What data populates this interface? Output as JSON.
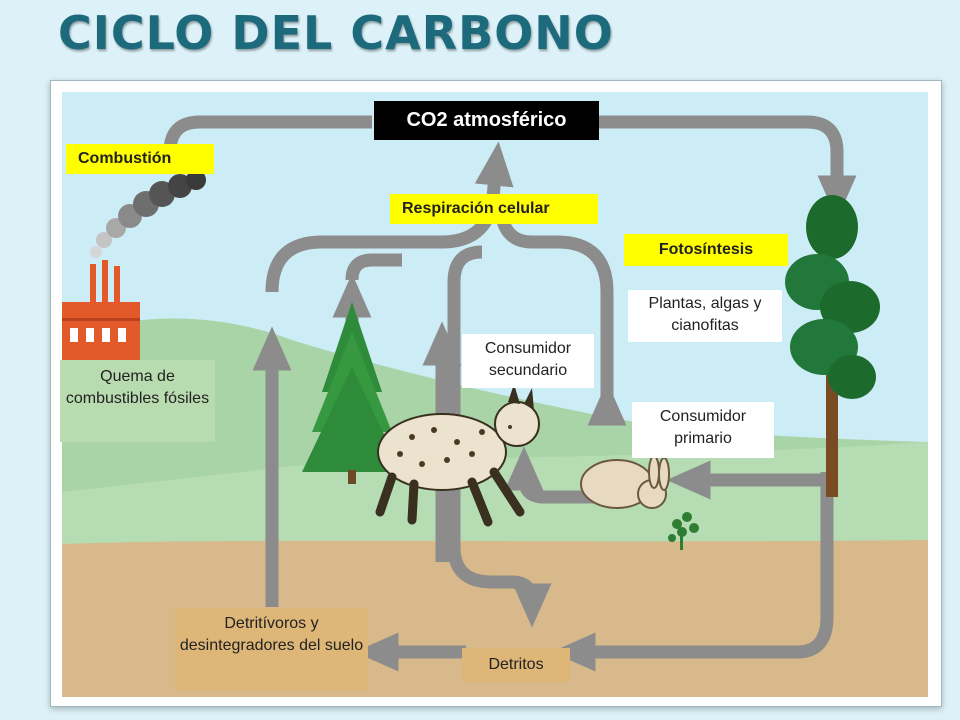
{
  "title": "CICLO DEL CARBONO",
  "labels": {
    "co2": "CO2 atmosférico",
    "combustion": "Combustión",
    "respiration": "Respiración celular",
    "photosynthesis": "Fotosíntesis",
    "producers": "Plantas, algas y cianofitas",
    "secondary_consumer": "Consumidor secundario",
    "primary_consumer": "Consumidor primario",
    "fossil_fuels": "Quema de combustibles fósiles",
    "decomposers": "Detritívoros y desintegradores del suelo",
    "detritus": "Detritos"
  },
  "colors": {
    "title": "#1d6a7d",
    "arrow": "#8c8c8c",
    "sky": "#ccecf6",
    "hill": "#a9d4a8",
    "soil": "#d8b98b",
    "label_highlight": "#ffff00",
    "co2_box": "#000000",
    "factory": "#e35a2a",
    "tree": "#1d6b2c"
  },
  "icons": [
    "factory-icon",
    "smoke-icon",
    "spruce-tree-icon",
    "pine-tree-icon",
    "lynx-icon",
    "rabbit-icon",
    "plant-sprout-icon"
  ]
}
